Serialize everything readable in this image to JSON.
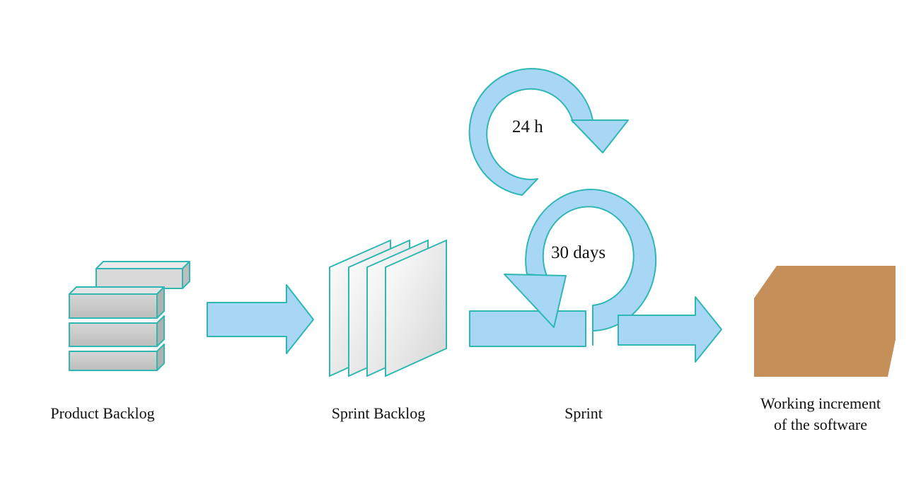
{
  "labels": {
    "product_backlog": "Product Backlog",
    "sprint_backlog": "Sprint Backlog",
    "sprint": "Sprint",
    "increment_line1": "Working increment",
    "increment_line2": "of the software"
  },
  "cycle_labels": {
    "daily": "24 h",
    "sprint": "30 days"
  },
  "colors": {
    "arrow_fill": "#a7d7f5",
    "arrow_stroke": "#2fb7b3",
    "box_fill": "#c58f5a",
    "block_fill": "#c9c9c9"
  }
}
